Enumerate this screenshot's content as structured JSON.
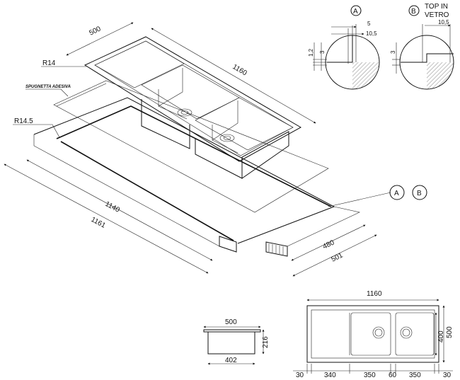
{
  "iso_view": {
    "dim_width": "500",
    "dim_length": "1160",
    "radius_sink": "R14",
    "radius_cutout": "R14.5",
    "adhesive_label": "SPUGNETTA ADESIVA",
    "dim_cutout_length": "1140",
    "dim_support_length": "1161",
    "dim_cutout_width": "480",
    "dim_support_width": "501",
    "callout_a": "A",
    "callout_b": "B"
  },
  "detail_a": {
    "label": "A",
    "dim_top": "5",
    "dim_top2": "10,5",
    "dim_side1": "1,2",
    "dim_side2": "3"
  },
  "detail_b": {
    "label": "B",
    "note_line1": "TOP IN",
    "note_line2": "VETRO",
    "dim_top": "10,5",
    "dim_side": "3"
  },
  "section_view": {
    "dim_top": "500",
    "dim_height": "216",
    "dim_bottom": "402"
  },
  "plan_view": {
    "dim_total": "1160",
    "dim_depth_outer": "500",
    "dim_depth_inner": "400",
    "bottom_dims": [
      "30",
      "340",
      "350",
      "60",
      "350",
      "30"
    ]
  }
}
